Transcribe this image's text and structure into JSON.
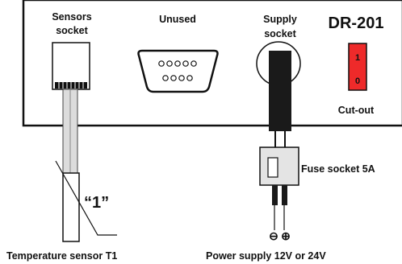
{
  "device": {
    "model": "DR-201",
    "sensors_socket_label": [
      "Sensors",
      "socket"
    ],
    "unused_label": "Unused",
    "supply_socket_label": [
      "Supply",
      "socket"
    ],
    "cutout": {
      "label": "Cut-out",
      "on_label": "1",
      "off_label": "0",
      "color": "#ee2a2a"
    }
  },
  "sensor": {
    "marker": "“1”",
    "caption": "Temperature sensor T1"
  },
  "supply": {
    "fuse_label": "Fuse socket 5A",
    "negative_symbol": "⊖",
    "positive_symbol": "⊕",
    "caption": "Power supply 12V or 24V"
  },
  "colors": {
    "panel_fill": "#ffffff",
    "outline": "#111111",
    "cable_gray": "#dcdcdc",
    "plug_black": "#1a1a1a",
    "fuse_fill": "#e4e4e4"
  }
}
